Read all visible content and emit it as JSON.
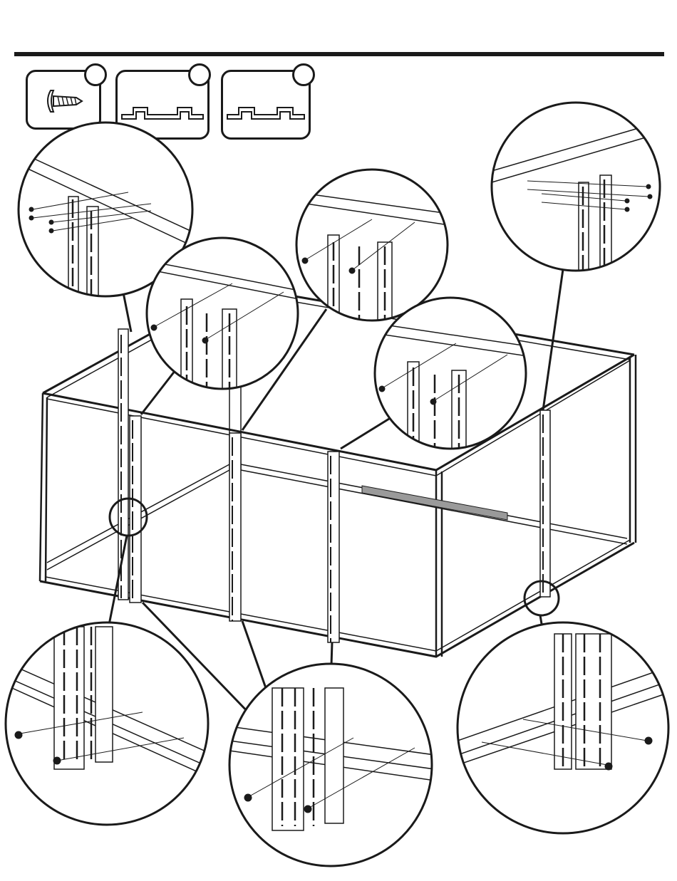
{
  "header": {
    "rule": "section-divider"
  },
  "parts": [
    {
      "id": "screw",
      "icon": "screw-icon",
      "badge": ""
    },
    {
      "id": "long-bracket",
      "icon": "channel-bracket-icon",
      "badge": ""
    },
    {
      "id": "short-bracket",
      "icon": "channel-bracket-icon",
      "badge": ""
    }
  ],
  "callouts": [
    {
      "name": "callout-top-left-corner-post",
      "icon": "post-detail-icon"
    },
    {
      "name": "callout-top-mid-left-post",
      "icon": "post-detail-icon"
    },
    {
      "name": "callout-top-center-post",
      "icon": "post-detail-icon"
    },
    {
      "name": "callout-top-right-corner-post",
      "icon": "post-detail-icon"
    },
    {
      "name": "callout-top-mid-right-post",
      "icon": "post-detail-icon"
    },
    {
      "name": "callout-bottom-left-base",
      "icon": "base-detail-icon"
    },
    {
      "name": "callout-bottom-center-base",
      "icon": "base-detail-icon"
    },
    {
      "name": "callout-bottom-right-base",
      "icon": "base-detail-icon"
    }
  ],
  "colors": {
    "ink": "#1a1a1a",
    "paper": "#ffffff",
    "shade": "#9a9a9a"
  }
}
